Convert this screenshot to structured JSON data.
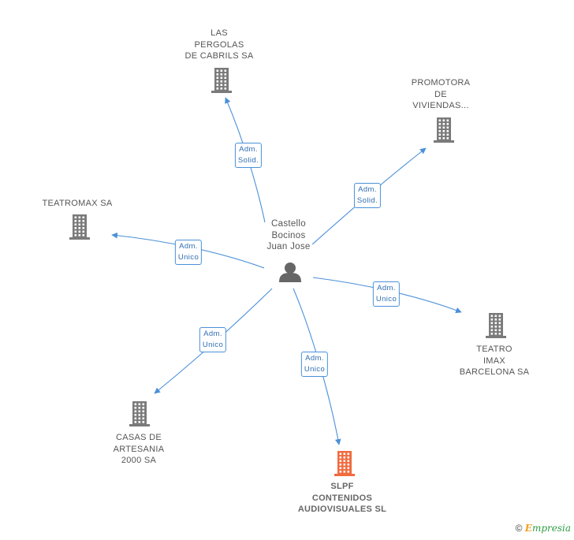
{
  "center": {
    "label": "Castello\nBocinos\nJuan Jose",
    "icon": "person-icon"
  },
  "companies": [
    {
      "id": "las-pergolas",
      "label": "LAS\nPERGOLAS\nDE CABRILS SA",
      "icon": "building-icon",
      "main": false
    },
    {
      "id": "promotora",
      "label": "PROMOTORA\nDE\nVIVIENDAS...",
      "icon": "building-icon",
      "main": false
    },
    {
      "id": "teatromax",
      "label": "TEATROMAX SA",
      "icon": "building-icon",
      "main": false
    },
    {
      "id": "teatro-imax",
      "label": "TEATRO\nIMAX\nBARCELONA SA",
      "icon": "building-icon",
      "main": false
    },
    {
      "id": "casas-artesania",
      "label": "CASAS DE\nARTESANIA\n2000 SA",
      "icon": "building-icon",
      "main": false
    },
    {
      "id": "slpf",
      "label": "SLPF\nCONTENIDOS\nAUDIOVISUALES SL",
      "icon": "building-icon",
      "main": true
    }
  ],
  "relations": [
    {
      "to": "las-pergolas",
      "label": "Adm.\nSolid."
    },
    {
      "to": "promotora",
      "label": "Adm.\nSolid."
    },
    {
      "to": "teatromax",
      "label": "Adm.\nUnico"
    },
    {
      "to": "teatro-imax",
      "label": "Adm.\nUnico"
    },
    {
      "to": "casas-artesania",
      "label": "Adm.\nUnico"
    },
    {
      "to": "slpf",
      "label": "Adm.\nUnico"
    }
  ],
  "colors": {
    "edge": "#4a90d9",
    "building": "#7a7a7a",
    "building_main": "#f26a3d",
    "person": "#666666"
  },
  "footer": {
    "copyright": "©",
    "brand_initial": "E",
    "brand_rest": "mpresia"
  }
}
